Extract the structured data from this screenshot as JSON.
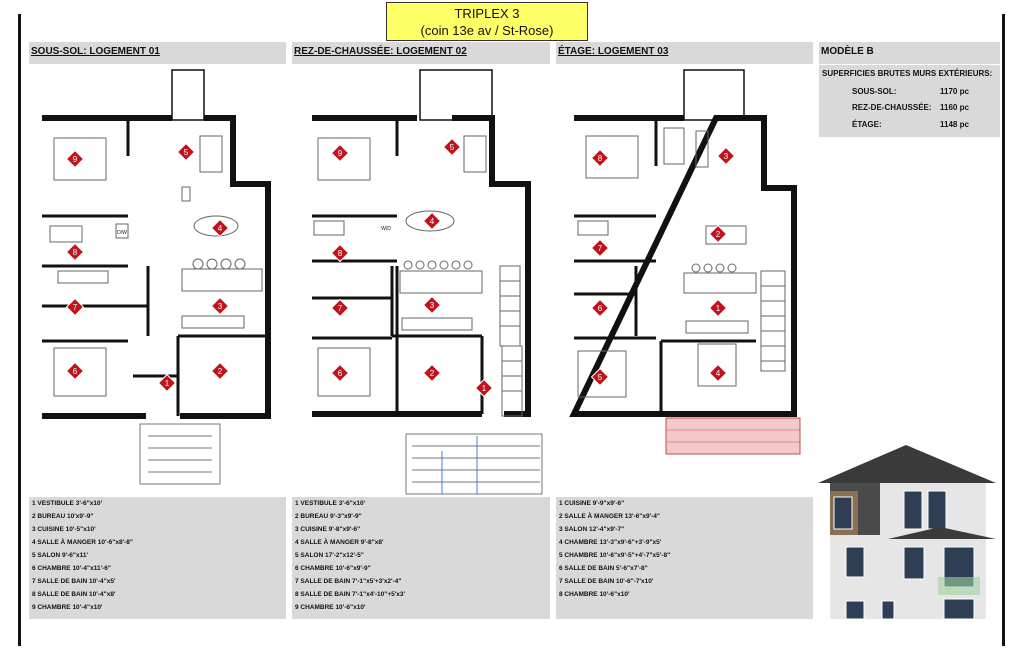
{
  "title": {
    "line1": "TRIPLEX 3",
    "line2": "(coin 13e av / St-Rose)"
  },
  "levels": [
    {
      "header": "SOUS-SOL: LOGEMENT 01",
      "legend": [
        "1 VESTIBULE 3'-6\"x10'",
        "2 BUREAU 10'x9'-9\"",
        "3 CUISINE 10'-5\"x10'",
        "4 SALLE À MANGER 10'-6\"x8'-8\"",
        "5 SALON 9'-6\"x11'",
        "6 CHAMBRE 10'-4\"x11'-6\"",
        "7 SALLE DE BAIN 10'-4\"x5'",
        "8 SALLE DE BAIN 10'-4\"x8'",
        "9 CHAMBRE 10'-4\"x10'"
      ],
      "markers": [
        "1",
        "2",
        "3",
        "4",
        "5",
        "6",
        "7",
        "8",
        "9"
      ]
    },
    {
      "header": "REZ-DE-CHAUSSÉE: LOGEMENT 02",
      "legend": [
        "1 VESTIBULE 3'-6\"x10'",
        "2 BUREAU 9'-3\"x9'-9\"",
        "3 CUISINE 9'-8\"x9'-6\"",
        "4 SALLE À MANGER 9'-8\"x8'",
        "5 SALON 17'-2\"x12'-5\"",
        "6 CHAMBRE 10'-6\"x9'-9\"",
        "7 SALLE DE BAIN 7'-1\"x5'+3'x2'-4\"",
        "8 SALLE DE BAIN 7'-1\"x4'-10\"+5'x3'",
        "9 CHAMBRE 10'-6\"x10'"
      ],
      "markers": [
        "1",
        "2",
        "3",
        "4",
        "5",
        "6",
        "7",
        "8",
        "9"
      ]
    },
    {
      "header": "ÉTAGE: LOGEMENT 03",
      "legend": [
        "1 CUISINE 9'-9\"x9'-6\"",
        "2 SALLE À MANGER 13'-6\"x9'-4\"",
        "3 SALON 12'-4\"x9'-7\"",
        "4 CHAMBRE 13'-3\"x9'-6\"+3'-9\"x5'",
        "5 CHAMBRE 10'-6\"x9'-5\"+4'-7\"x5'-8\"",
        "6 SALLE DE BAIN 5'-6\"x7'-8\"",
        "7 SALLE DE BAIN 10'-6\"-7'x10'",
        "8 CHAMBRE 10'-6\"x10'"
      ],
      "markers": [
        "1",
        "2",
        "3",
        "4",
        "5",
        "6",
        "7",
        "8"
      ]
    }
  ],
  "model": {
    "header": "MODÈLE B",
    "areas_title": "SUPERFICIES BRUTES MURS EXTÉRIEURS:",
    "rows": [
      {
        "label": "SOUS-SOL:",
        "value": "1170 pc"
      },
      {
        "label": "REZ-DE-CHAUSSÉE:",
        "value": "1160 pc"
      },
      {
        "label": "ÉTAGE:",
        "value": "1148 pc"
      }
    ]
  },
  "fixture_labels": {
    "washer": "D/W",
    "laundry": "W/D"
  },
  "colors": {
    "title_bg": "#ffff66",
    "marker": "#c0141c",
    "panel": "#d9d9d9",
    "wall": "#111111",
    "brick": "#e08a8a"
  }
}
